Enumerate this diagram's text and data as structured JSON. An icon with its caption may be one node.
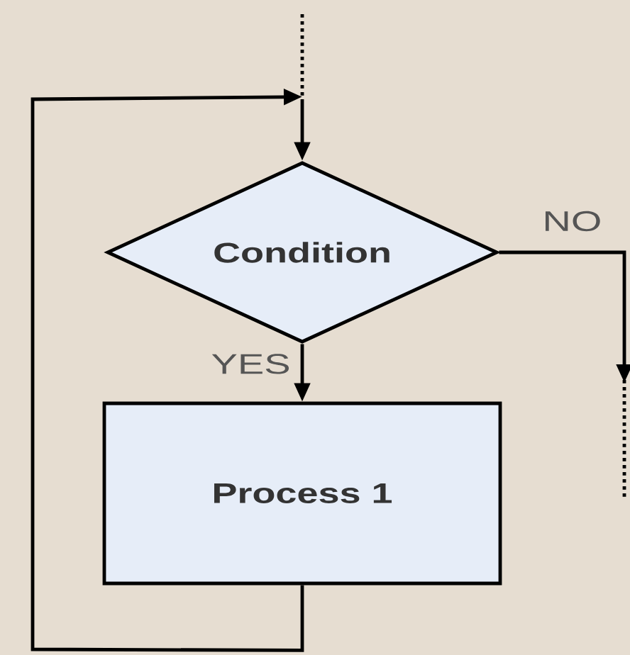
{
  "diagram": {
    "nodes": [
      {
        "text": [
          "Condition"
        ]
      },
      {
        "text": [
          "Process 1"
        ]
      }
    ],
    "edges": [
      {
        "from": null,
        "to": 0,
        "arrow": "to"
      },
      {
        "from": 1,
        "to": 0,
        "arrow": "to"
      },
      {
        "from": 0,
        "to": 1,
        "arrow": "to",
        "label": "YES"
      },
      {
        "from": 0,
        "to": null,
        "arrow": "to",
        "label": "NO"
      }
    ]
  }
}
